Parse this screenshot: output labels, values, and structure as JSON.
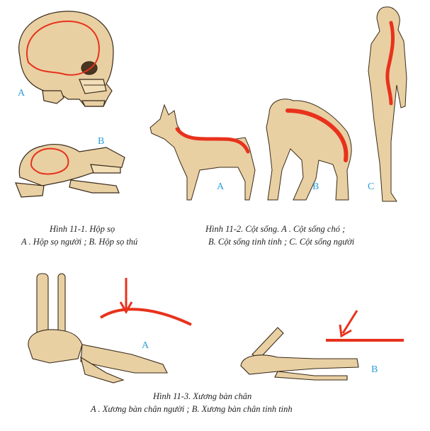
{
  "captions": {
    "fig1_title": "Hình 11-1. Hộp sọ",
    "fig1_desc": "A . Hộp sọ người ; B. Hộp sọ thú",
    "fig2_title": "Hình 11-2. Cột sống.  A . Cột sống chó ;",
    "fig2_desc": "B. Cột sống tinh tinh ; C. Cột sống người",
    "fig3_title": "Hình 11-3. Xương bàn chân",
    "fig3_desc": "A . Xương bàn chân người ; B. Xương bàn chân tinh tinh"
  },
  "labels": {
    "skull_human": "A",
    "skull_animal": "B",
    "spine_dog": "A",
    "spine_chimp": "B",
    "spine_human": "C",
    "foot_human": "A",
    "foot_chimp": "B"
  },
  "colors": {
    "bone": "#e8d0a3",
    "bone_outline": "#3a2a1a",
    "highlight": "#e8321c",
    "label": "#2a9fd8"
  }
}
